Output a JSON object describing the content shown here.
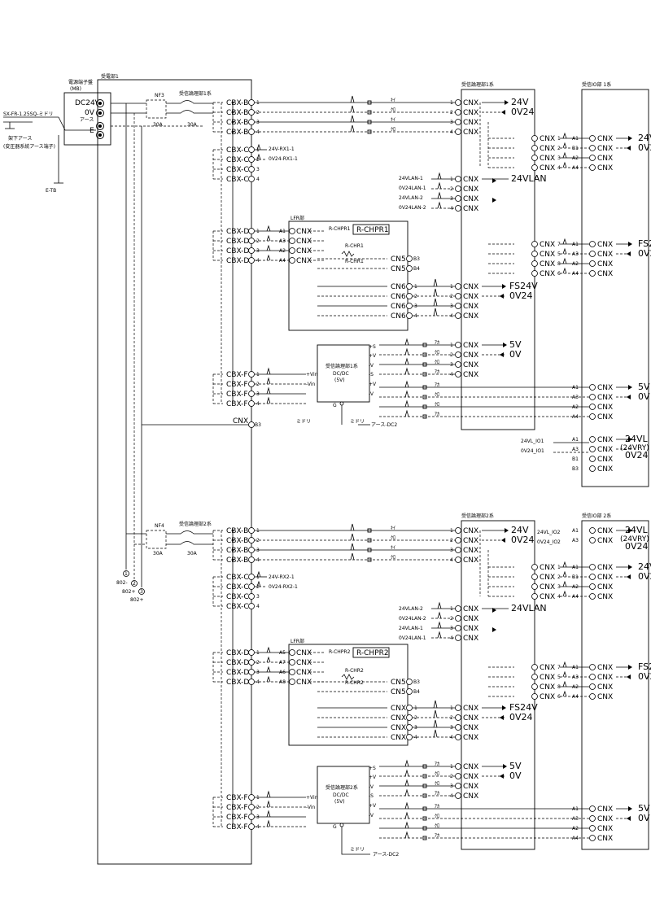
{
  "power_terminal": {
    "title": "電源端子盤",
    "subtitle": "(MB)",
    "dc24v": "DC24V",
    "ov": "0V",
    "earth_small": "アース",
    "e": "E"
  },
  "left_side": {
    "cable": "SX-FR-1.25SQ-ミドリ",
    "ground": "架下アース",
    "ground_sub": "(変圧器系統アース端子)",
    "etb": "E-TB"
  },
  "power_unit": {
    "title": "受電部1"
  },
  "sys1": {
    "nf": "NF3",
    "breaker_label": "受信論理部1系",
    "nf_current": "30A",
    "breaker_current": "30A",
    "logic_title": "受信論理部1系",
    "io_title": "受信IO部 1系",
    "lfr": "LFR部",
    "dcdc_title": "受信論理部1系",
    "dcdc_name": "DC/DC",
    "dcdc_volt": "(5V)"
  },
  "sys2": {
    "nf": "NF4",
    "breaker_label": "受信論理部2系",
    "nf_current": "30A",
    "breaker_current": "30A",
    "logic_title": "受信論理部2系",
    "io_title": "受信IO部 2系",
    "lfr": "LFR部",
    "dcdc_title": "受信論理部2系",
    "dcdc_name": "DC/DC",
    "dcdc_volt": "(5V)"
  },
  "connectors": {
    "b": "CBX-B",
    "c": "CBX-C",
    "d": "CBX-D",
    "f": "CBX-F",
    "cnx": "CNX",
    "cn5": "CN5",
    "cn6": "CN6",
    "b3": "B3"
  },
  "wire_colors": {
    "white": "ｷｲ",
    "black": "ｸﾛ",
    "red": "ｱｶ"
  },
  "signals": {
    "v24": "24V",
    "ov24": "0V24",
    "v24lan": "24VLAN",
    "fs24v": "FS24V",
    "v5": "5V",
    "v0": "0V",
    "v24vl": "24VL",
    "v24vry": "(24VRY)",
    "rx1_24": "24V-RX1-1",
    "rx1_0": "0V24-RX1-1",
    "rx2_24": "24V-RX2-1",
    "rx2_0": "0V24-RX2-1",
    "lan1": "24VLAN-1",
    "lan1_0": "0V24LAN-1",
    "lan2": "24VLAN-2",
    "lan2_0": "0V24LAN-2",
    "io1": "24VL_IO1",
    "io1_0": "0V24_IO1",
    "io2": "24VL_IO2",
    "io2_0": "0V24_IO2",
    "earth_dc2": "アース-DC2",
    "green": "ミドリ"
  },
  "lfr_parts": {
    "r_chpr1": "R-CHPR1",
    "r_chpr2": "R-CHPR2",
    "r_chr1": "R-CHR1",
    "r_chr2": "R-CHR2"
  },
  "dcdc_pins": {
    "ps": "+S",
    "pv": "+V",
    "mv": "-V",
    "ms": "-S",
    "pvin": "+Vin",
    "mvin": "-Vin",
    "g": "G"
  },
  "circles": {
    "c1": "1",
    "c2": "2",
    "c3": "3",
    "l1": "802-",
    "l2": "802+",
    "l3": "802+"
  },
  "pin_labels": {
    "a1": "A1",
    "a2": "A2",
    "a3": "A3",
    "a4": "A4",
    "a5": "A5",
    "a6": "A6",
    "a7": "A7",
    "a8": "A8",
    "b1": "B1",
    "b2": "B2",
    "b3": "B3",
    "b4": "B4",
    "n1": "1",
    "n2": "2",
    "n3": "3",
    "n4": "4",
    "n5": "5",
    "n6": "6",
    "n7": "7",
    "n8": "8"
  }
}
